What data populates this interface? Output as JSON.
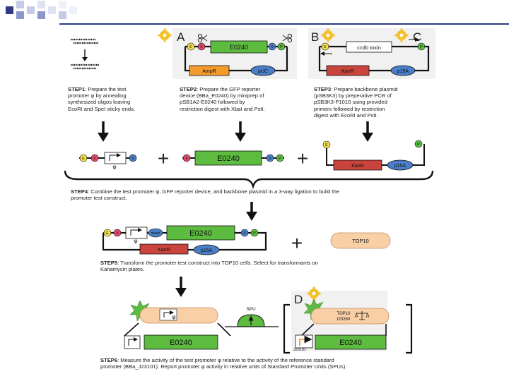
{
  "colors": {
    "green": "#5dbb3f",
    "orange": "#f39a2c",
    "red": "#c9443d",
    "blue": "#4a7fc8",
    "pink": "#e24a6a",
    "yellow": "#f3e04a",
    "peach": "#f9cfa6",
    "gear": "#f4c02c",
    "header_navy": "#2f3a86"
  },
  "panels": {
    "A": {
      "letter": "A",
      "gene": "E0240",
      "marker": "AmpR",
      "origin": "pUC",
      "site_left_1": "E",
      "site_left_2": "X",
      "site_right_1": "S",
      "site_right_2": "P"
    },
    "B": {
      "letter": "B"
    },
    "C": {
      "letter": "C",
      "gene": "ccdb toxin",
      "marker": "KanR",
      "origin": "p15A",
      "site_left": "E",
      "site_right": "P"
    },
    "D": {
      "letter": "D"
    }
  },
  "steps": [
    {
      "bold": "STEP1",
      "lines": [
        ": Prepare the test",
        "promoter φ by annealing",
        "synthesized oligos leaving",
        "EcoRI and SpeI sticky ends."
      ]
    },
    {
      "bold": "STEP2",
      "lines": [
        ": Prepare the GFP reporter",
        "device (BBa_E0240) by miniprep of",
        "pSB1A2-E0240 followed by",
        "restriction digest with XbaI and PstI."
      ]
    },
    {
      "bold": "STEP3",
      "lines": [
        ": Prepare backbone plasmid",
        "(pSB3K3) by preperative PCR of",
        "pSB3K3-P1010 using provided",
        "primers followed by restriction",
        "digest with EcoRI and PstI."
      ]
    },
    {
      "bold": "STEP4",
      "lines": [
        ":  Combine the test promoter φ, GFP reporter device, and backbone plasmid in a 3-way ligation to build the",
        "promoter test construct."
      ]
    },
    {
      "bold": "STEP5",
      "lines": [
        ": Transform the promoter test construct into TOP10 cells.  Select for transformants on",
        "Kanamycin plates."
      ]
    },
    {
      "bold": "STEP6",
      "lines": [
        ": Measure the activity of the test promoter φ relative to the activity of the reference standard",
        "promoter (BBa_J23101).  Report promoter φ activity in relative units of Standard Promoter Units (SPUs)."
      ]
    }
  ],
  "parts_row": {
    "promoter": {
      "site_1": "E",
      "site_2": "X",
      "symbol": "φ",
      "site_3": "S"
    },
    "reporter": {
      "site_left": "X",
      "gene": "E0240",
      "site_right_1": "S",
      "site_right_2": "P"
    },
    "backbone": {
      "site_top": "E",
      "marker": "KanR",
      "origin": "p15A",
      "site_bottom": "P"
    },
    "plus_1": "+",
    "plus_2": "+"
  },
  "construct": {
    "site_1": "E",
    "site_2": "X",
    "symbol": "φ",
    "scar": "mixed",
    "gene": "E0240",
    "site_right_1": "S",
    "site_right_2": "P",
    "marker": "KanR",
    "origin": "p15A",
    "plus": "+",
    "cell": "TOP10"
  },
  "measure": {
    "left_symbol": "φ",
    "left_gene": "E0240",
    "meter_label": "SPU",
    "right_cell_line1": "TOP10",
    "right_cell_line2": "I20260",
    "right_promoter": "J23101",
    "right_gene": "E0240"
  }
}
